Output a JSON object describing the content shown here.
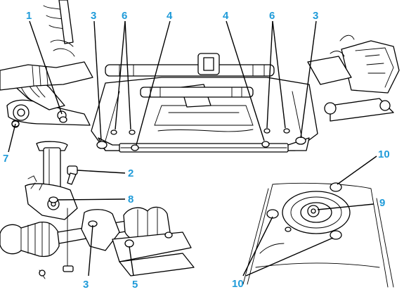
{
  "figure": {
    "callouts": [
      {
        "id": "c1",
        "text": "1"
      },
      {
        "id": "c3a",
        "text": "3"
      },
      {
        "id": "c6a",
        "text": "6"
      },
      {
        "id": "c4a",
        "text": "4"
      },
      {
        "id": "c4b",
        "text": "4"
      },
      {
        "id": "c6b",
        "text": "6"
      },
      {
        "id": "c3b",
        "text": "3"
      },
      {
        "id": "c7",
        "text": "7"
      },
      {
        "id": "c2",
        "text": "2"
      },
      {
        "id": "c8",
        "text": "8"
      },
      {
        "id": "c3c",
        "text": "3"
      },
      {
        "id": "c5",
        "text": "5"
      },
      {
        "id": "c10a",
        "text": "10"
      },
      {
        "id": "c9",
        "text": "9"
      },
      {
        "id": "c10b",
        "text": "10"
      }
    ],
    "callout_color": "#1f9bd9"
  }
}
